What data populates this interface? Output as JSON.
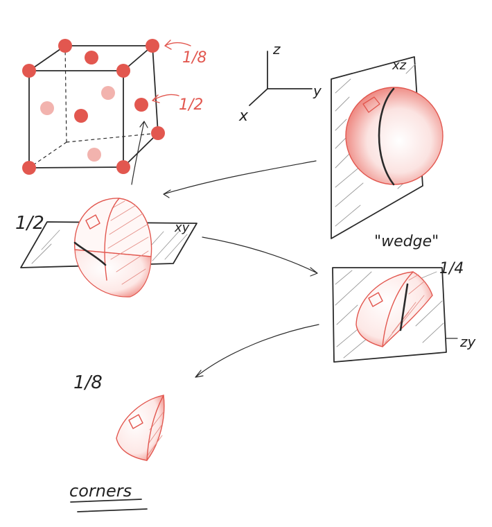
{
  "axes": {
    "z": "z",
    "y": "y",
    "x": "x"
  },
  "labels": {
    "corner_fraction": "1/8",
    "face_fraction": "1/2",
    "xz_plane": "xz",
    "wedge": "\"wedge\"",
    "half": "1/2",
    "xy_plane": "xy",
    "quarter": "1/4",
    "zy_plane": "zy",
    "eighth": "1/8",
    "corners": "corners"
  },
  "colors": {
    "atom": "#e2574f",
    "atom_light": "#f2b3ae",
    "ink": "#2a2a2a"
  }
}
